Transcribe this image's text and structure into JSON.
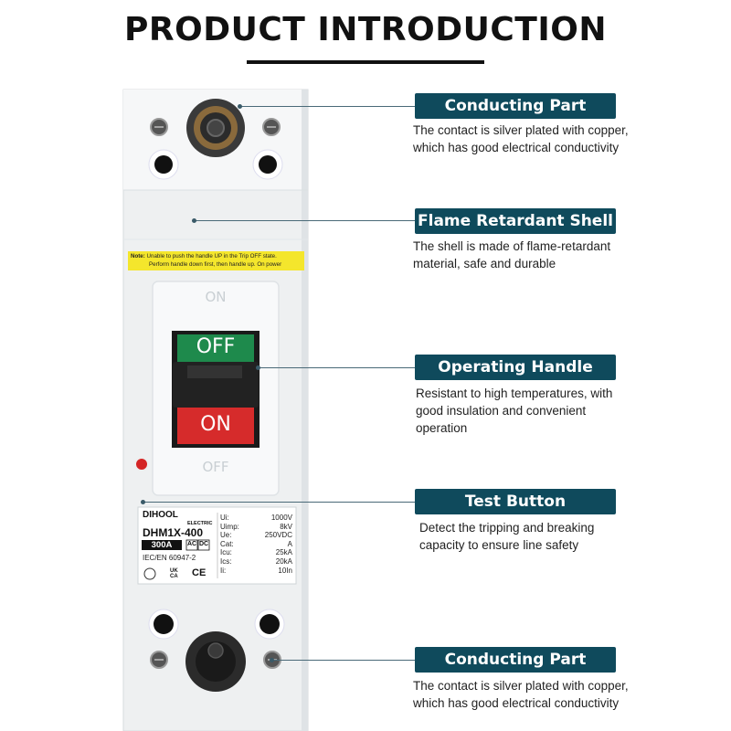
{
  "title": "PRODUCT INTRODUCTION",
  "colors": {
    "accent": "#0f4a5c",
    "off_green": "#1e8a4c",
    "on_red": "#d62b2b",
    "note_yellow": "#f4e62c",
    "test_button_red": "#d42424"
  },
  "note": {
    "prefix": "Note:",
    "line1": "Unable to push the handle UP in the Trip OFF state.",
    "line2": "Perform handle down first, then handle up. On power"
  },
  "handle": {
    "top_label": "ON",
    "off_label": "OFF",
    "on_label": "ON",
    "bottom_label": "OFF"
  },
  "nameplate": {
    "brand": "DIHOOL",
    "brand_sub": "ELECTRIC",
    "model": "DHM1X-400",
    "rating": "300A",
    "current_types": [
      "AC",
      "DC"
    ],
    "standard": "IEC/EN 60947-2",
    "marks": [
      "UK CA",
      "CE"
    ],
    "specs": [
      {
        "key": "Ui:",
        "value": "1000V"
      },
      {
        "key": "Uimp:",
        "value": "8kV"
      },
      {
        "key": "Ue:",
        "value": "250VDC"
      },
      {
        "key": "Cat:",
        "value": "A"
      },
      {
        "key": "Icu:",
        "value": "25kA"
      },
      {
        "key": "Ics:",
        "value": "20kA"
      },
      {
        "key": "Ii:",
        "value": "10In"
      }
    ]
  },
  "features": [
    {
      "label": "Conducting Part",
      "desc_lines": [
        "The contact is silver plated with copper,",
        "which has good electrical conductivity"
      ]
    },
    {
      "label": "Flame Retardant Shell",
      "desc_lines": [
        "The shell is made of flame-retardant",
        "material, safe and durable"
      ]
    },
    {
      "label": "Operating Handle",
      "desc_lines": [
        "Resistant to high temperatures, with",
        "good insulation and convenient",
        "operation"
      ]
    },
    {
      "label": "Test Button",
      "desc_lines": [
        "Detect the tripping and breaking",
        "capacity to ensure line safety"
      ]
    },
    {
      "label": "Conducting Part",
      "desc_lines": [
        "The contact is silver plated with copper,",
        "which has good electrical conductivity"
      ]
    }
  ],
  "icons": {
    "terminal_top": "terminal-screw-icon",
    "terminal_bottom": "terminal-screw-icon",
    "test_button": "test-button-icon"
  }
}
